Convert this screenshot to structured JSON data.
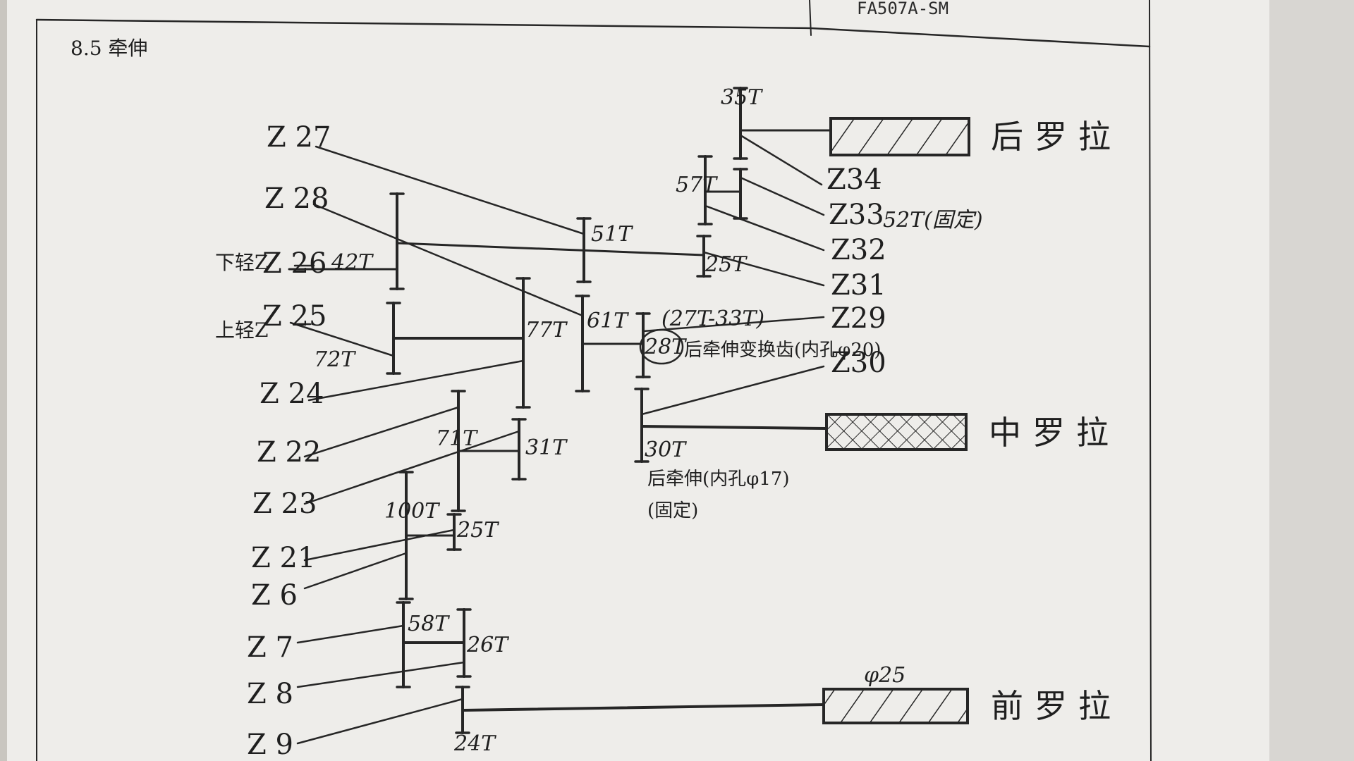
{
  "header": {
    "section_title": "8.5 牵伸",
    "doc_code": "FA507A-SM"
  },
  "labels": {
    "z27": "Z 27",
    "z28": "Z 28",
    "z26": "Z 26",
    "z26_side": "下轻Z",
    "z25": "Z 25",
    "z25_side": "上轻Z",
    "z24": "Z 24",
    "z22": "Z 22",
    "z23": "Z 23",
    "z21": "Z 21",
    "z6": "Z 6",
    "z7": "Z 7",
    "z8": "Z 8",
    "z9": "Z 9",
    "z34": "Z34",
    "z33": "Z33",
    "z32": "Z32",
    "z31": "Z31",
    "z29": "Z29",
    "z30": "Z30"
  },
  "teeth": {
    "t35": "35T",
    "t57": "57T",
    "t51": "51T",
    "t25a": "25T",
    "t42": "42T",
    "t72": "72T",
    "t77": "77T",
    "t61": "61T",
    "t2733": "(27T-33T)",
    "t28": "28T",
    "t71": "71T",
    "t31": "31T",
    "t30": "30T",
    "t100": "100T",
    "t25b": "25T",
    "t58": "58T",
    "t26": "26T",
    "t24": "24T",
    "t52": "52T(固定)"
  },
  "notes": {
    "rear_change": "后牵伸变换齿(内孔φ20)",
    "rear_draft": "后牵伸(内孔φ17)",
    "fixed": "(固定)",
    "phi25": "φ25"
  },
  "rollers": {
    "rear": "后罗拉",
    "middle": "中罗拉",
    "front": "前罗拉"
  },
  "colors": {
    "paper": "#eeedea",
    "ink": "#262626"
  }
}
